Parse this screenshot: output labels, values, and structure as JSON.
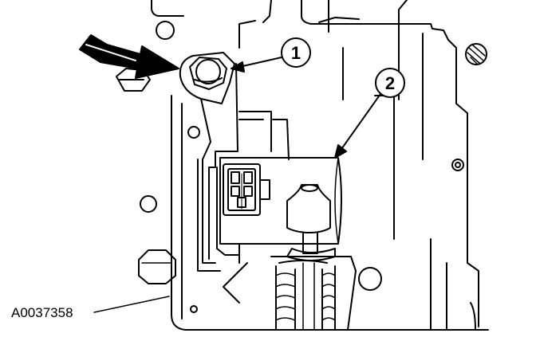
{
  "diagram": {
    "reference_code": "A0037358",
    "callouts": [
      {
        "number": "1"
      },
      {
        "number": "2"
      }
    ],
    "colors": {
      "ink": "#000000",
      "paper": "#ffffff"
    }
  }
}
